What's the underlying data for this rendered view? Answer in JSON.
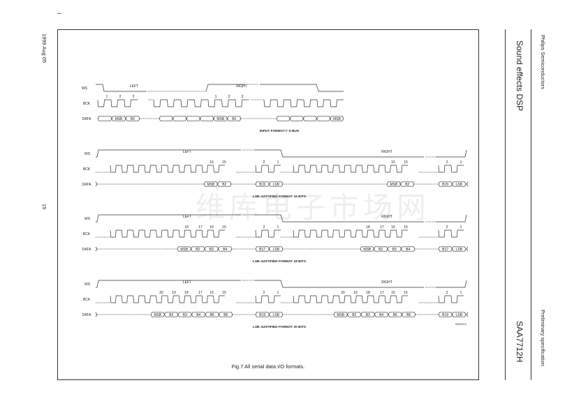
{
  "page": {
    "top_mark": "–",
    "date": "1999 Aug 05",
    "page_number": "15",
    "company": "Philips Semiconductors",
    "title": "Sound effects DSP",
    "status": "Preliminary specification",
    "part": "SAA7712H",
    "watermark": "维库电子市场网"
  },
  "figure": {
    "caption": "Fig.7  All serial data I/O formats.",
    "code": "MGS212",
    "signal_labels": {
      "ws": "WS",
      "bck": "BCK",
      "data": "DATA"
    },
    "channel_labels": {
      "left": "LEFT",
      "right": "RIGHT"
    },
    "panels": [
      {
        "title": "INPUT FORMAT I² S-BUS",
        "left_counts": [
          "1",
          "2",
          "3"
        ],
        "right_counts": [
          "1",
          "2",
          "3"
        ],
        "left_data": [
          "MSB",
          "B2"
        ],
        "right_data": [
          "MSB",
          "B2"
        ],
        "tail_data": [
          "MSB"
        ]
      },
      {
        "title": "LSB-JUSTIFIED FORMAT 16 BITS",
        "counts": [
          "16",
          "15",
          "2",
          "1"
        ],
        "data_mid": [
          "MSB",
          "B2"
        ],
        "data_end": [
          "B15",
          "LSB"
        ]
      },
      {
        "title": "LSB-JUSTIFIED FORMAT 18 BITS",
        "counts": [
          "18",
          "17",
          "16",
          "15",
          "2",
          "1"
        ],
        "data_mid": [
          "MSB",
          "B2",
          "B3",
          "B4"
        ],
        "data_end": [
          "B17",
          "LSB"
        ]
      },
      {
        "title": "LSB-JUSTIFIED FORMAT 20 BITS",
        "counts": [
          "20",
          "19",
          "18",
          "17",
          "16",
          "15",
          "2",
          "1"
        ],
        "data_mid": [
          "MSB",
          "B2",
          "B3",
          "B4",
          "B5",
          "B6"
        ],
        "data_end": [
          "B19",
          "LSB"
        ]
      }
    ]
  }
}
